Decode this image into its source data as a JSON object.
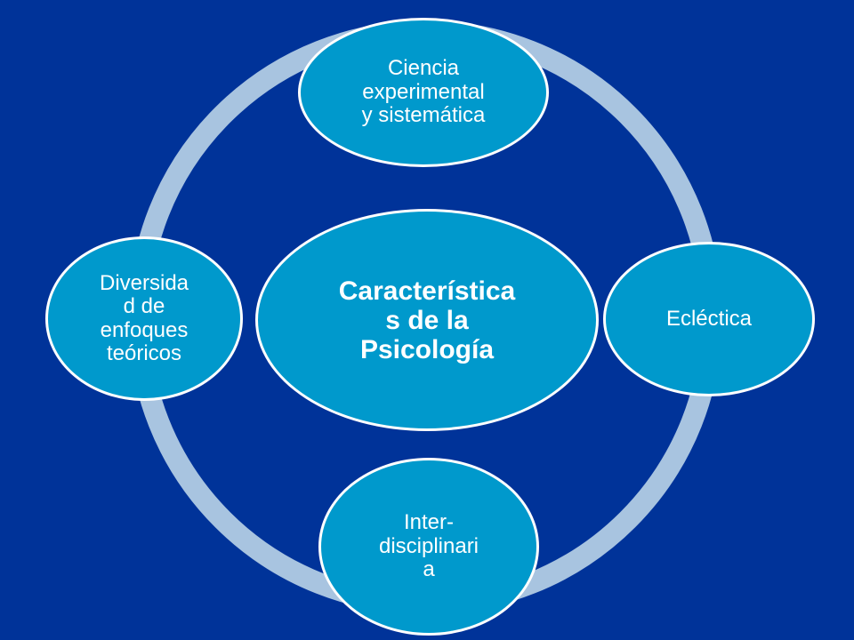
{
  "diagram": {
    "center": {
      "label": "Característica\ns de la\nPsicología"
    },
    "nodes": {
      "top": {
        "label": "Ciencia\nexperimental\ny sistemática"
      },
      "right": {
        "label": "Ecléctica"
      },
      "bottom": {
        "label": "Inter-\ndisciplinari\na"
      },
      "left": {
        "label": "Diversida\nd de\nenfoques\nteóricos"
      }
    }
  },
  "colors": {
    "background": "#003399",
    "node_fill": "#0099cc",
    "node_border": "#ffffff",
    "ring": "#a8c4e0",
    "text": "#ffffff"
  }
}
